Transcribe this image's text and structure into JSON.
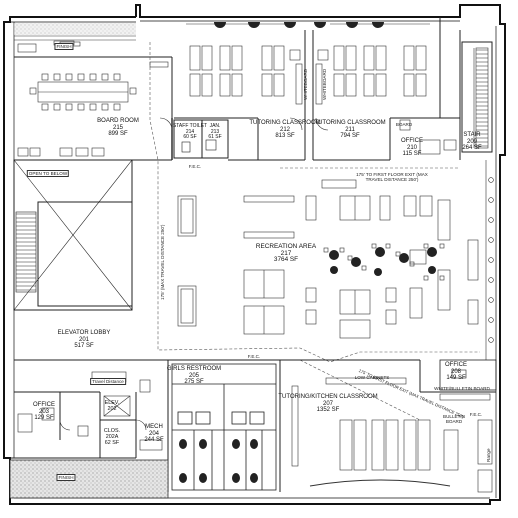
{
  "plan": {
    "rooms": [
      {
        "key": "board_room",
        "name": "BOARD ROOM",
        "number": "215",
        "area": "899 SF"
      },
      {
        "key": "staff_toilet",
        "name": "STAFF TOILET",
        "number": "214",
        "area": "60 SF"
      },
      {
        "key": "jan",
        "name": "JAN.",
        "number": "213",
        "area": "61 SF"
      },
      {
        "key": "tutoring_212",
        "name": "TUTORING CLASSROOM",
        "number": "212",
        "area": "813 SF"
      },
      {
        "key": "tutoring_211",
        "name": "TUTORING CLASSROOM",
        "number": "211",
        "area": "794 SF"
      },
      {
        "key": "office_210",
        "name": "OFFICE",
        "number": "210",
        "area": "115 SF"
      },
      {
        "key": "stair_209",
        "name": "STAIR",
        "number": "209",
        "area": "264 SF"
      },
      {
        "key": "recreation",
        "name": "RECREATION AREA",
        "number": "217",
        "area": "3764 SF"
      },
      {
        "key": "elevator_lobby",
        "name": "ELEVATOR LOBBY",
        "number": "201",
        "area": "517 SF"
      },
      {
        "key": "office_203",
        "name": "OFFICE",
        "number": "203",
        "area": "129 SF"
      },
      {
        "key": "elev",
        "name": "ELEV.",
        "number": "202",
        "area": ""
      },
      {
        "key": "clos",
        "name": "CLOS.",
        "number": "202A",
        "area": "62 SF"
      },
      {
        "key": "mech",
        "name": "MECH",
        "number": "204",
        "area": "244 SF"
      },
      {
        "key": "girls_restroom",
        "name": "GIRLS RESTROOM",
        "number": "205",
        "area": "275 SF"
      },
      {
        "key": "tutoring_kitchen",
        "name": "TUTORING/KITCHEN CLASSROOM",
        "number": "207",
        "area": "1352 SF"
      },
      {
        "key": "office_208",
        "name": "OFFICE",
        "number": "208",
        "area": "149 SF"
      }
    ],
    "notes": {
      "open_to_below": "OPEN TO BELOW",
      "first_floor_exit": "175' TO FIRST FLOOR EXIT (MAX TRAVEL DISTANCE 250')",
      "travel_distance_left": "175' (MAX TRAVEL DISTANCE 250')",
      "travel_distance_kitchen": "175' TO FIRST FLOOR EXIT (MAX TRAVEL DISTANCE 250')",
      "low_cabinets": "LOW CABINETS",
      "whiteboard": "WHITEBOARD",
      "board": "BOARD",
      "white_bulletin_board": "WHITE/BULLETIN BOARD",
      "bulletin_board": "BULLETIN BOARD",
      "fec": "F.E.C.",
      "travel_distance": "Travel Distance",
      "range": "Range",
      "finish": "FINISH"
    },
    "colors": {
      "wall": "#111111",
      "line": "#333333",
      "hatch": "#9a9a9a",
      "paving": "#cfcfcf"
    }
  }
}
